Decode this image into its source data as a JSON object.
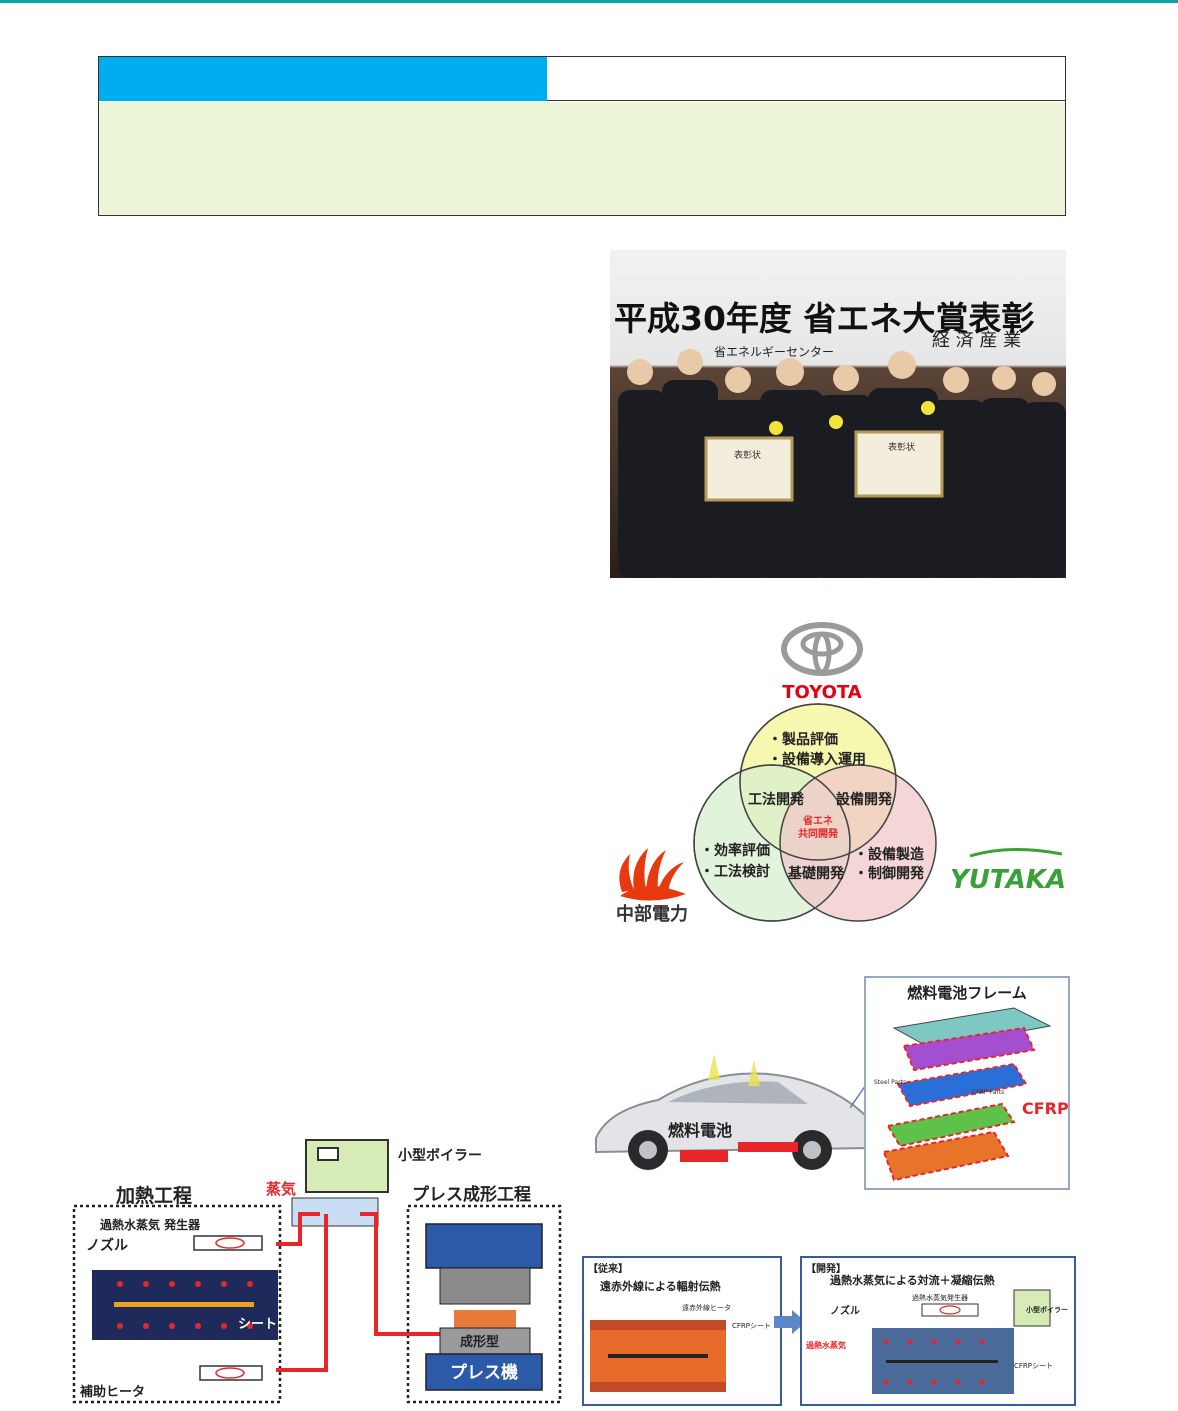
{
  "photo": {
    "banner_title": "平成30年度 省エネ大賞表彰",
    "banner_org_left": "省エネルギーセンター",
    "banner_org_right": "経 済 産 業",
    "certificate_left": "表彰状",
    "certificate_right": "表彰状"
  },
  "logos": {
    "toyota": "TOYOTA",
    "chubu": "中部電力",
    "yutaka": "YUTAKA"
  },
  "venn": {
    "top_items": [
      "・製品評価",
      "・設備導入運用"
    ],
    "left_items": [
      "・効率評価",
      "・工法検討"
    ],
    "right_items": [
      "・設備製造",
      "・制御開発"
    ],
    "overlap_top_left": "工法開発",
    "overlap_top_right": "設備開発",
    "overlap_bottom": "基礎開発",
    "center": [
      "省エネ",
      "共同開発"
    ]
  },
  "car_figure": {
    "frame_title": "燃料電池フレーム",
    "fuel_cell_label": "燃料電池",
    "cfrp_label": "CFRP",
    "steel_parts": "Steel Parts",
    "cfrp_parts": "CFRP Parts"
  },
  "process_diagram": {
    "boiler": "小型ボイラー",
    "heating_process": "加熱工程",
    "steam": "蒸気",
    "press_process": "プレス成形工程",
    "generator": "過熱水蒸気 発生器",
    "nozzle": "ノズル",
    "sheet": "シート",
    "aux_heater": "補助ヒータ",
    "mold": "成形型",
    "press_machine": "プレス機"
  },
  "comparison": {
    "old_tag": "【従来】",
    "old_title": "遠赤外線による輻射伝熱",
    "old_heater": "遠赤外線ヒータ",
    "old_sheet": "CFRPシート",
    "new_tag": "【開発】",
    "new_title": "過熱水蒸気による対流＋凝縮伝熱",
    "new_generator": "過熱水蒸気発生器",
    "new_boiler": "小型ボイラー",
    "new_nozzle": "ノズル",
    "new_steam": "過熱水蒸気",
    "new_sheet": "CFRPシート"
  },
  "colors": {
    "accent_blue": "#00aeef",
    "header_bg": "#edf5d9",
    "toyota_red": "#e60012",
    "chubu_red": "#e8380d",
    "yutaka_green": "#3aa038",
    "arrow_red": "#e8262a"
  }
}
